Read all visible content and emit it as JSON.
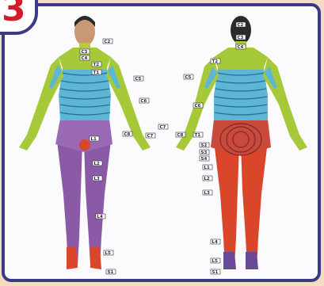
{
  "badge": {
    "number": "3"
  },
  "colors": {
    "frame": "#3b3a86",
    "badge_text": "#d51a2a",
    "cervical": "#a6c93a",
    "thoracic": "#5db6d6",
    "lumbar": "#8a5aa6",
    "sacral": "#d9462a",
    "skin": "#c99874"
  },
  "front_labels": {
    "l1": "C2",
    "l2": "C3",
    "l3": "C4",
    "l4": "T2",
    "l5": "C5",
    "l6": "C6",
    "l7": "C7",
    "l8": "C8",
    "l9": "T1",
    "l10": "L1",
    "l11": "L2",
    "l12": "L3",
    "l13": "L4",
    "l14": "L5",
    "l15": "S1"
  },
  "back_labels": {
    "r1": "C2",
    "r2": "C3",
    "r3": "C4",
    "r4": "C5",
    "r5": "T2",
    "r6": "C6",
    "r7": "C7",
    "r8": "C8",
    "r9": "T1",
    "r10": "S2",
    "r11": "S3",
    "r12": "S4",
    "r13": "L1",
    "r14": "L2",
    "r15": "L3",
    "r16": "L4",
    "r17": "L5",
    "r18": "S1"
  }
}
